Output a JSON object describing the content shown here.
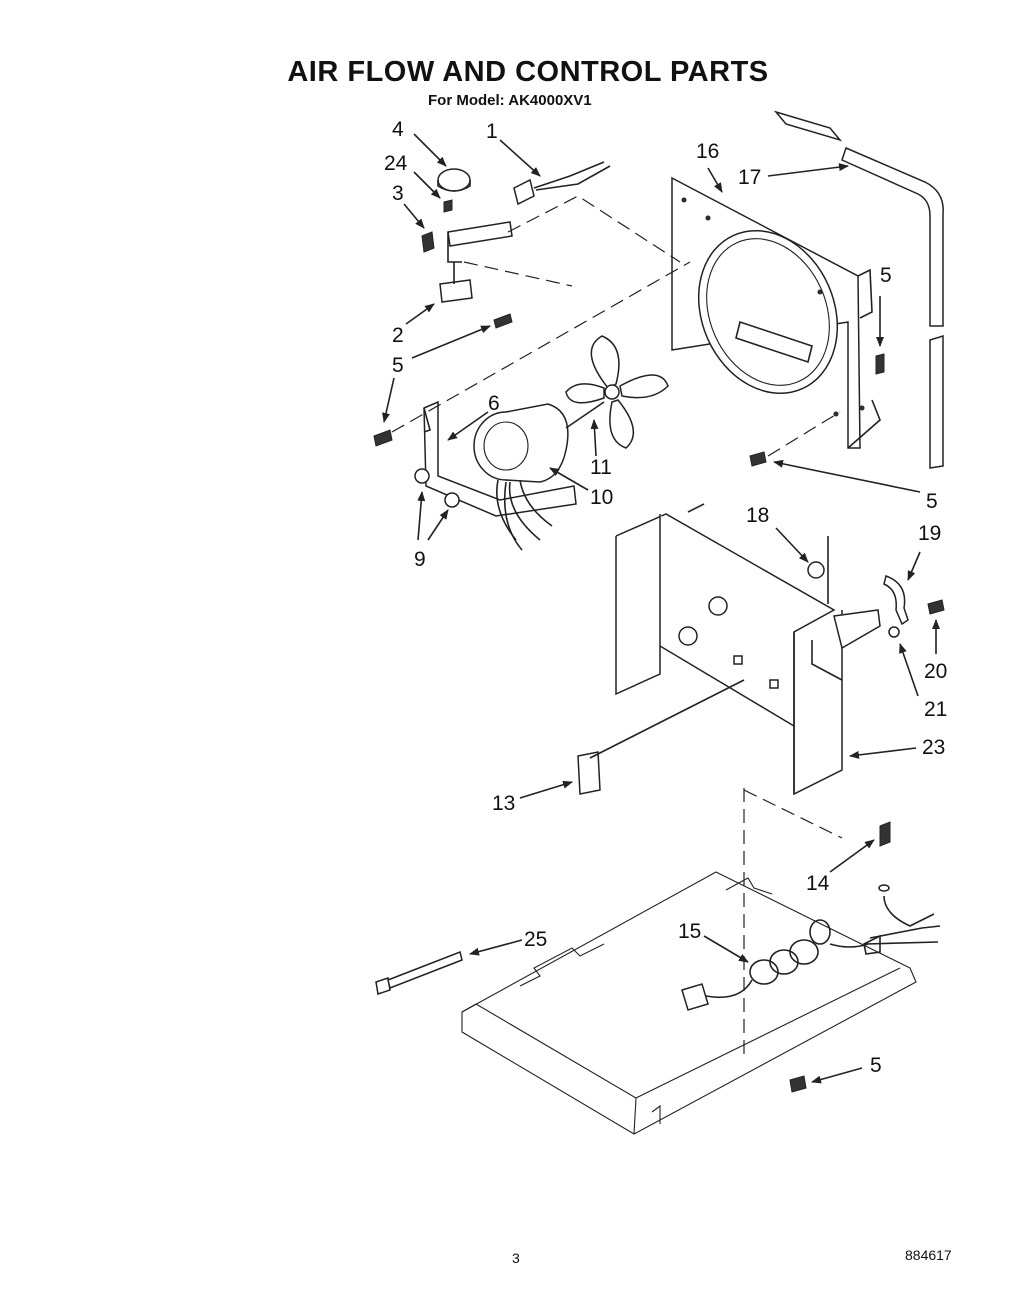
{
  "header": {
    "title": "AIR FLOW AND CONTROL PARTS",
    "model": "For Model: AK4000XV1"
  },
  "footer": {
    "page_number": "3",
    "document_number": "884617"
  },
  "callouts": [
    {
      "id": "c1",
      "label": "1"
    },
    {
      "id": "c2",
      "label": "2"
    },
    {
      "id": "c3",
      "label": "3"
    },
    {
      "id": "c4",
      "label": "4"
    },
    {
      "id": "c5a",
      "label": "5"
    },
    {
      "id": "c5b",
      "label": "5"
    },
    {
      "id": "c5c",
      "label": "5"
    },
    {
      "id": "c5d",
      "label": "5"
    },
    {
      "id": "c5e",
      "label": "5"
    },
    {
      "id": "c6",
      "label": "6"
    },
    {
      "id": "c9",
      "label": "9"
    },
    {
      "id": "c10",
      "label": "10"
    },
    {
      "id": "c11",
      "label": "11"
    },
    {
      "id": "c13",
      "label": "13"
    },
    {
      "id": "c14",
      "label": "14"
    },
    {
      "id": "c15",
      "label": "15"
    },
    {
      "id": "c16",
      "label": "16"
    },
    {
      "id": "c17",
      "label": "17"
    },
    {
      "id": "c18",
      "label": "18"
    },
    {
      "id": "c19",
      "label": "19"
    },
    {
      "id": "c20",
      "label": "20"
    },
    {
      "id": "c21",
      "label": "21"
    },
    {
      "id": "c23",
      "label": "23"
    },
    {
      "id": "c24",
      "label": "24"
    },
    {
      "id": "c25",
      "label": "25"
    }
  ]
}
